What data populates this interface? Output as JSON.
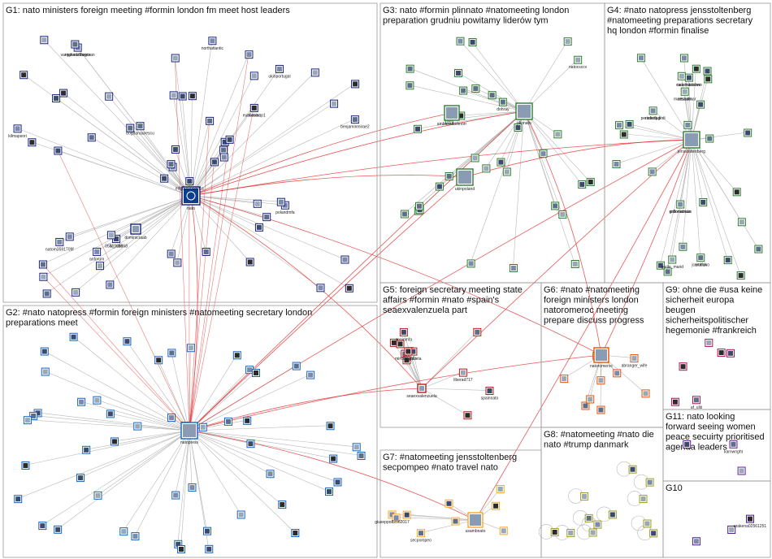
{
  "colors": {
    "edge_default": "#b8b8b8",
    "edge_highlight": "#e02020",
    "box_border": "#9a9a9a",
    "G1": "#1a237e",
    "G2": "#1565c0",
    "G3": "#2e7d32",
    "G4": "#2e7d32",
    "G5": "#b71c1c",
    "G6": "#e65100",
    "G7": "#f9a825",
    "G8": "#9e9d24",
    "G9": "#ad1457",
    "G10": "#4a148c",
    "G11": "#6a1b9a"
  },
  "groups": [
    {
      "id": "G1",
      "title_lines": [
        "G1: nato ministers foreign meeting #formin london fm meet host leaders"
      ]
    },
    {
      "id": "G2",
      "title_lines": [
        "G2: #nato natopress #formin foreign ministers #natomeeting secretary london",
        "preparations meet"
      ]
    },
    {
      "id": "G3",
      "title_lines": [
        "G3: nato #formin plinnato #natomeeting london",
        "preparation grudniu powitamy liderów tym"
      ]
    },
    {
      "id": "G4",
      "title_lines": [
        "G4: #nato natopress jensstoltenberg",
        "#natomeeting preparations secretary",
        "hq london #formin finalise"
      ]
    },
    {
      "id": "G5",
      "title_lines": [
        "G5: foreign secretary meeting state",
        "affairs #formin #nato #spain's",
        "seaexvalenzuela part"
      ]
    },
    {
      "id": "G6",
      "title_lines": [
        "G6: #nato #natomeeting",
        "foreign ministers london",
        "natoromeroc meeting",
        "prepare discuss progress"
      ]
    },
    {
      "id": "G7",
      "title_lines": [
        "G7: #natomeeting jensstoltenberg",
        "secpompeo #nato travel nato"
      ]
    },
    {
      "id": "G8",
      "title_lines": [
        "G8: #natomeeting #nato die",
        "nato #trump danmark"
      ]
    },
    {
      "id": "G9",
      "title_lines": [
        "G9: ohne die #usa keine",
        "sicherheit europa",
        "beugen",
        "sicherheitspolitischer",
        "hegemonie #frankreich"
      ]
    },
    {
      "id": "G10",
      "title_lines": [
        "G10"
      ]
    },
    {
      "id": "G11",
      "title_lines": [
        "G11: nato looking",
        "forward seeing women",
        "peace secuirty prioritised",
        "agenda leaders"
      ]
    }
  ],
  "hubs": [
    {
      "id": "nato",
      "group": "G1",
      "label": "nato"
    },
    {
      "id": "natopress",
      "group": "G2",
      "label": "natopress"
    },
    {
      "id": "plinnato",
      "group": "G3",
      "label": "plinnato"
    },
    {
      "id": "ukinpoland",
      "group": "G3",
      "label": "ukinpoland"
    },
    {
      "id": "ambasadorknorr",
      "group": "G3",
      "label": "ambasadorknorr"
    },
    {
      "id": "jensstoltenberg",
      "group": "G4",
      "label": "jensstoltenberg"
    },
    {
      "id": "natoromeroc",
      "group": "G6",
      "label": "natoromeroc"
    },
    {
      "id": "usambnato",
      "group": "G7",
      "label": "usambnato"
    },
    {
      "id": "seaexvalenzuela",
      "group": "G5",
      "label": "seaexvalenzuela"
    },
    {
      "id": "dominicraab",
      "group": "G1",
      "label": "dominicraab"
    }
  ],
  "labels": [
    {
      "text": "0530168868",
      "group": "G1"
    },
    {
      "text": "vanjahadzibogman",
      "group": "G1"
    },
    {
      "text": "eunomerop1",
      "group": "G1"
    },
    {
      "text": "bogdanaurescu",
      "group": "G1"
    },
    {
      "text": "polandmfa",
      "group": "G1"
    },
    {
      "text": "benjaminmirae2",
      "group": "G1"
    },
    {
      "text": "ukinportugal",
      "group": "G1"
    },
    {
      "text": "northatlantic",
      "group": "G1"
    },
    {
      "text": "kilmapsori",
      "group": "G1"
    },
    {
      "text": "natom3591709f",
      "group": "G1"
    },
    {
      "text": "anforum",
      "group": "G1"
    },
    {
      "text": "edgarsrinkevics",
      "group": "G1"
    },
    {
      "text": "lv_nato",
      "group": "G1"
    },
    {
      "text": "regionalfrance",
      "group": "G1"
    },
    {
      "text": "aliasian",
      "group": "G1"
    },
    {
      "text": "natocsccv",
      "group": "G3"
    },
    {
      "text": "dohray",
      "group": "G3"
    },
    {
      "text": "peristicitjuledi",
      "group": "G4"
    },
    {
      "text": "eesnato",
      "group": "G4"
    },
    {
      "text": "causticbitchno",
      "group": "G4"
    },
    {
      "text": "estonianata",
      "group": "G4"
    },
    {
      "text": "jcanafano",
      "group": "G4"
    },
    {
      "text": "gerile_marid",
      "group": "G4"
    },
    {
      "text": "radedugi",
      "group": "G4"
    },
    {
      "text": "madsaalmar",
      "group": "G4"
    },
    {
      "text": "natomacoowr",
      "group": "G4"
    },
    {
      "text": "grilloradman",
      "group": "G4"
    },
    {
      "text": "crohuk",
      "group": "G4"
    },
    {
      "text": "liberad717",
      "group": "G5"
    },
    {
      "text": "mircas_gaceta",
      "group": "G5"
    },
    {
      "text": "moyafu",
      "group": "G5"
    },
    {
      "text": "spainmfa",
      "group": "G5"
    },
    {
      "text": "spainnato",
      "group": "G5"
    },
    {
      "text": "abranger_wife",
      "group": "G6"
    },
    {
      "text": "giuseppo82062017",
      "group": "G7"
    },
    {
      "text": "secpompeo",
      "group": "G7"
    },
    {
      "text": "af_uliii",
      "group": "G9"
    },
    {
      "text": "karnwright",
      "group": "G11"
    },
    {
      "text": "arakena02561251",
      "group": "G10"
    }
  ]
}
